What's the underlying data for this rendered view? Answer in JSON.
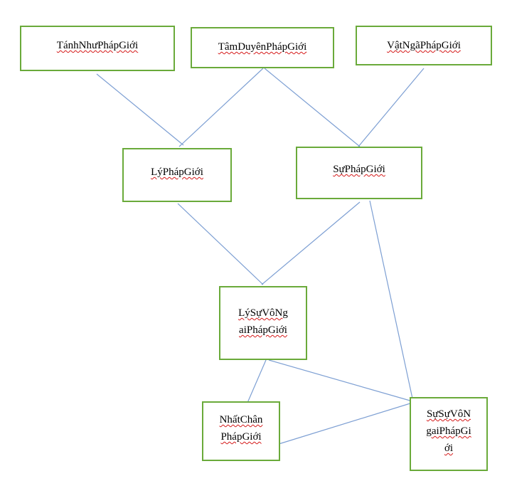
{
  "colors": {
    "node_border": "#6aaa3a",
    "connector": "#7d9fd3",
    "spellcheck_underline": "#d51919"
  },
  "nodes": {
    "tanh_nhu": {
      "lines": [
        "TánhNhưPhápGiới"
      ]
    },
    "tam_duyen": {
      "lines": [
        "TâmDuyênPhápGiới"
      ]
    },
    "vat_nga": {
      "lines": [
        "VậtNgãPhápGiới"
      ]
    },
    "ly": {
      "lines": [
        "LýPhápGiới"
      ]
    },
    "su": {
      "lines": [
        "SựPhápGiới"
      ]
    },
    "ly_su": {
      "lines": [
        "LýSựVôNg",
        "aiPhápGiới"
      ]
    },
    "nhat_chan": {
      "lines": [
        "NhấtChân",
        "PhápGiới"
      ]
    },
    "su_su": {
      "lines": [
        "SựSựVôN",
        "gaiPhápGi",
        "ới"
      ]
    }
  },
  "edges": [
    {
      "from": "tanh_nhu",
      "to": "ly"
    },
    {
      "from": "tam_duyen",
      "to": "ly"
    },
    {
      "from": "tam_duyen",
      "to": "su"
    },
    {
      "from": "vat_nga",
      "to": "su"
    },
    {
      "from": "ly",
      "to": "ly_su"
    },
    {
      "from": "su",
      "to": "ly_su"
    },
    {
      "from": "su",
      "to": "su_su"
    },
    {
      "from": "ly_su",
      "to": "nhat_chan"
    },
    {
      "from": "ly_su",
      "to": "su_su"
    },
    {
      "from": "nhat_chan",
      "to": "su_su"
    }
  ]
}
